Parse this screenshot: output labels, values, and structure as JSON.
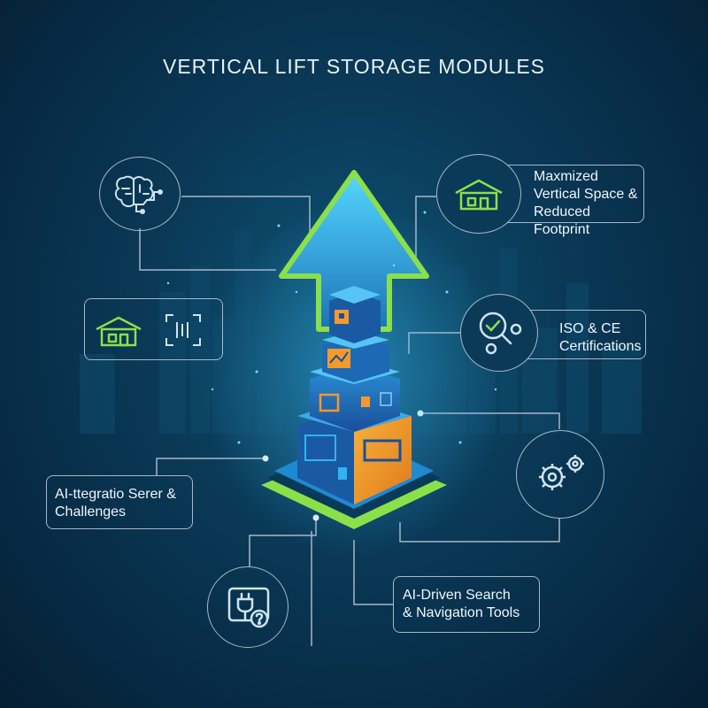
{
  "title": "VERTICAL LIFT STORAGE MODULES",
  "callouts": {
    "space": {
      "line1": "Maxmized",
      "line2": "Vertical Space &",
      "line3": "Reduced Footprint",
      "icon": "house-icon"
    },
    "certifications": {
      "line1": "ISO & CE",
      "line2": "Certifications",
      "icon": "magnifier-check-icon"
    },
    "ai_integration": {
      "line1": "AI-ttegratio Serer &",
      "line2": "Challenges"
    },
    "search": {
      "line1": "AI-Driven Search",
      "line2": "& Navigation Tools"
    },
    "left_panel": {
      "icons": [
        "house-icon",
        "scan-frame-icon"
      ]
    },
    "brain": {
      "icon": "brain-circuit-icon"
    },
    "gears": {
      "icon": "gears-icon"
    },
    "plug": {
      "icon": "plug-question-icon"
    }
  },
  "colors": {
    "accent_green": "#8be04a",
    "arrow_blue": "#2fb4ef",
    "module_orange": "#f39a2b",
    "line": "#a8b8c6"
  }
}
